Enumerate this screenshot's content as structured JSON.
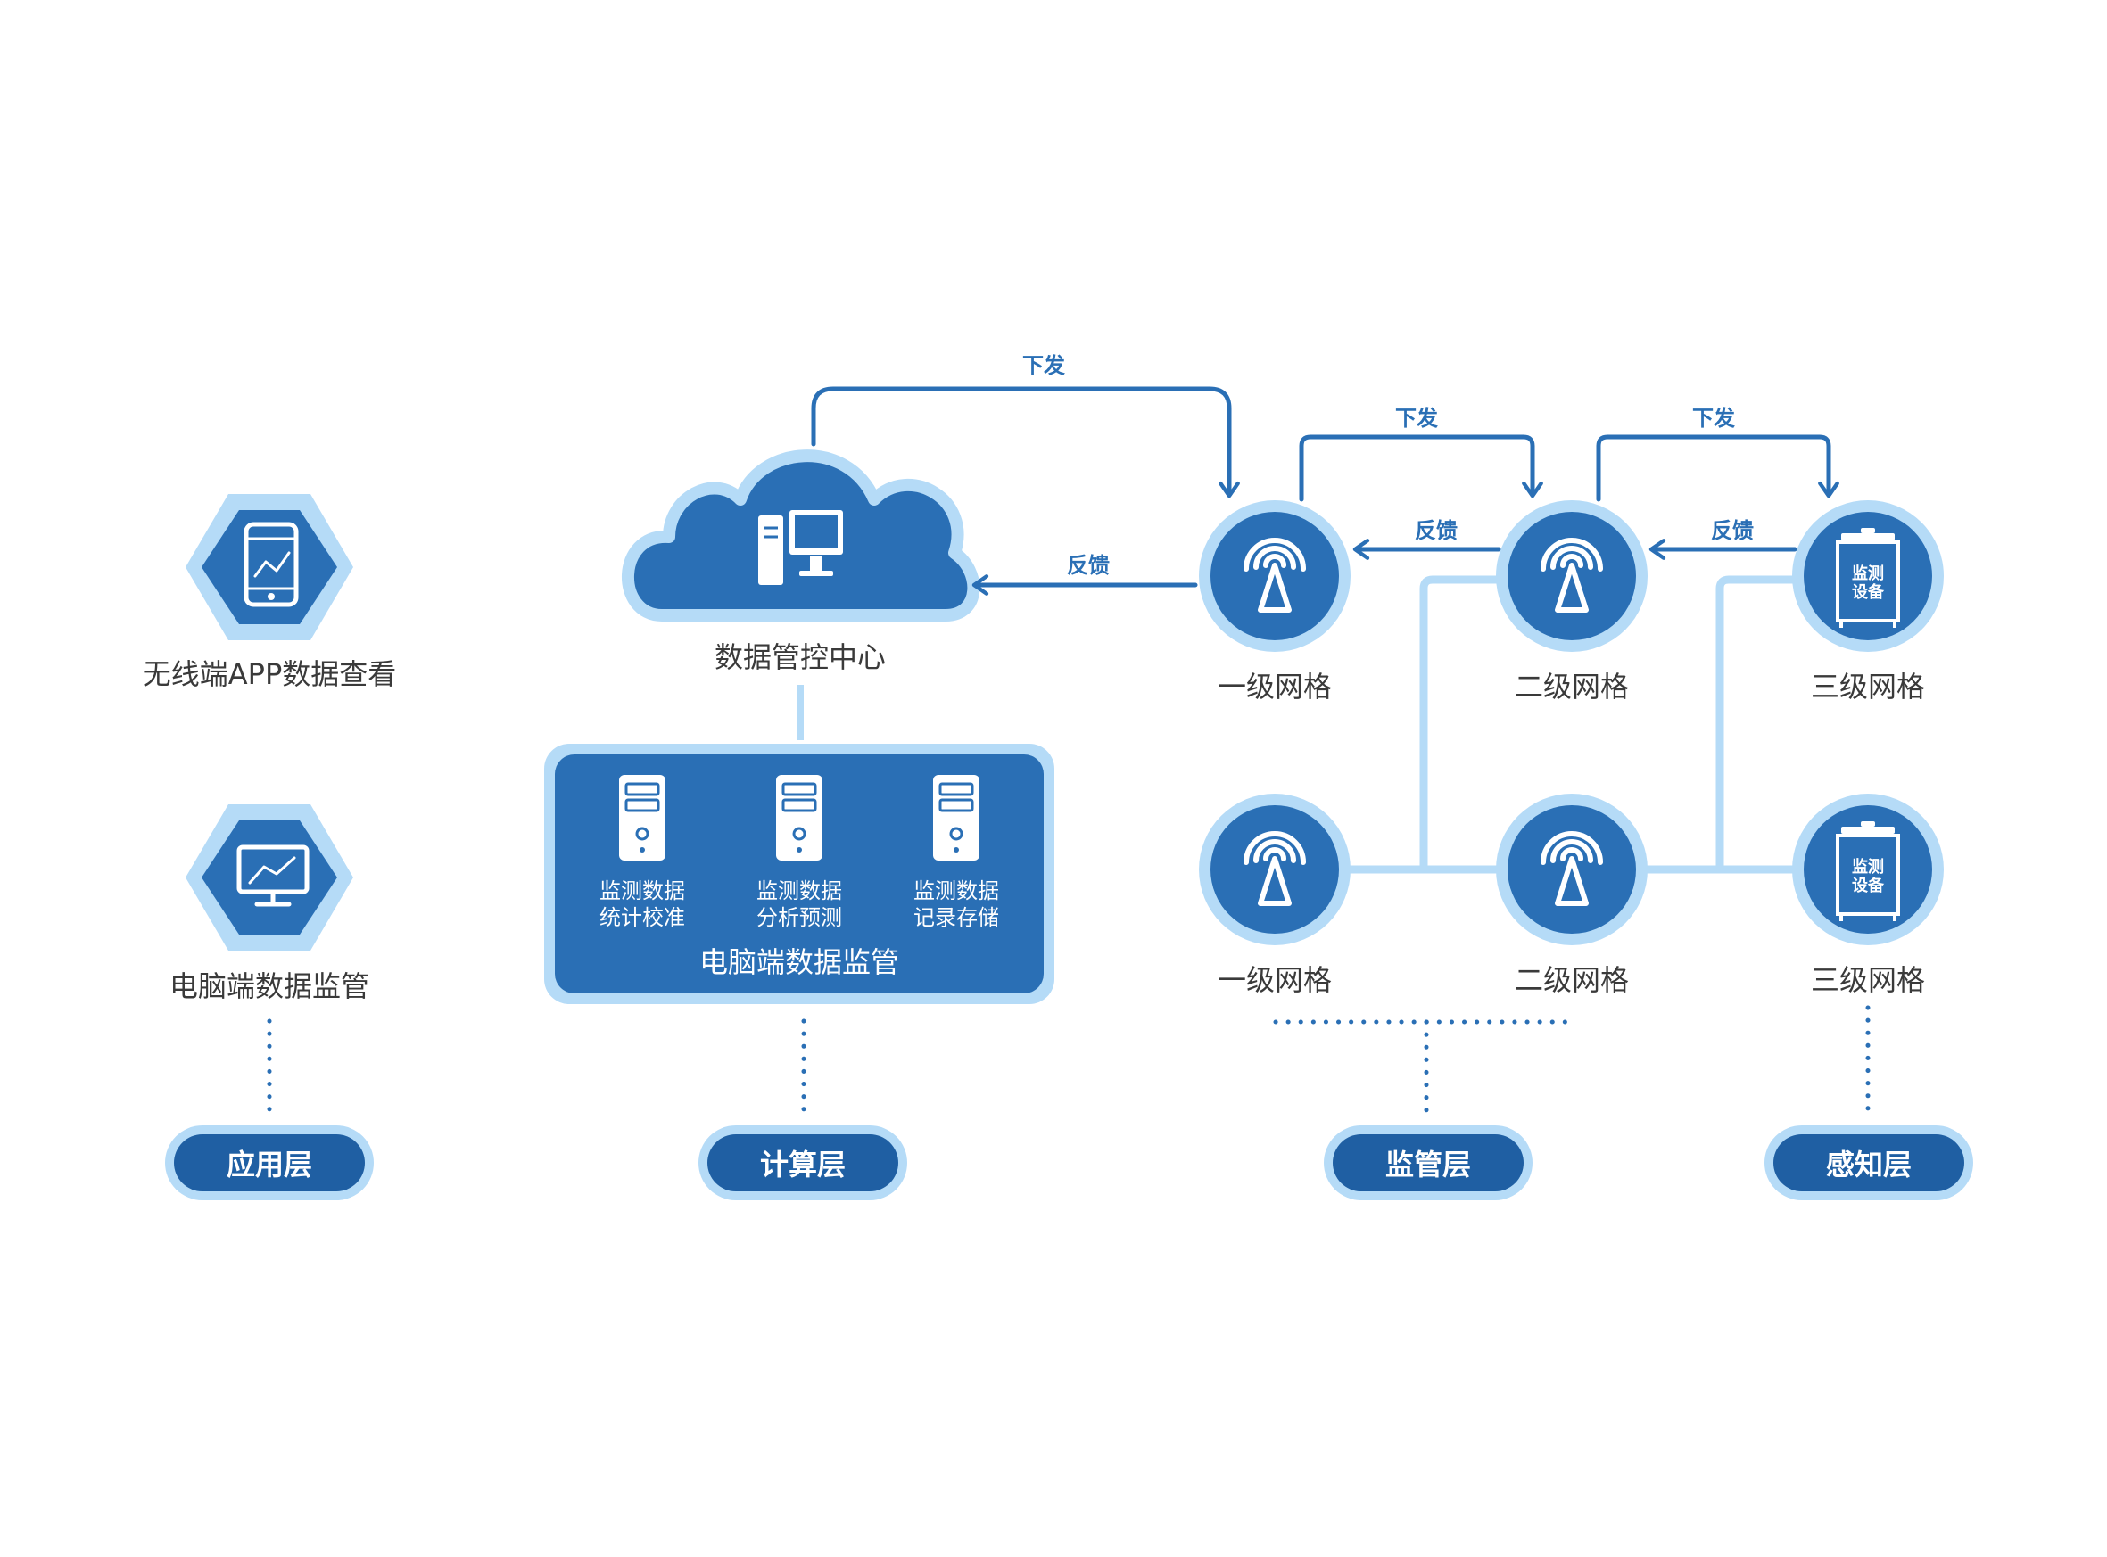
{
  "app": {
    "wireless_label": "无线端APP数据查看",
    "pc_label": "电脑端数据监管",
    "icons": [
      "phone-chart-icon",
      "monitor-chart-icon"
    ]
  },
  "compute": {
    "cloud_label": "数据管控中心",
    "panel_title": "电脑端数据监管",
    "servers": [
      {
        "line1": "监测数据",
        "line2": "统计校准"
      },
      {
        "line1": "监测数据",
        "line2": "分析预测"
      },
      {
        "line1": "监测数据",
        "line2": "记录存储"
      }
    ]
  },
  "grid": {
    "top": [
      "一级网格",
      "二级网格",
      "三级网格"
    ],
    "bottom": [
      "一级网格",
      "二级网格",
      "三级网格"
    ],
    "device_text_1": "监测",
    "device_text_2": "设备"
  },
  "flows": {
    "dispatch": "下发",
    "feedback": "反馈"
  },
  "layers": {
    "application": "应用层",
    "compute": "计算层",
    "supervision": "监管层",
    "perception": "感知层"
  },
  "colors": {
    "primary": "#2a6fb5",
    "primary_dark": "#1f5fa3",
    "light": "#b5dbf7",
    "text": "#3a3a3a"
  }
}
